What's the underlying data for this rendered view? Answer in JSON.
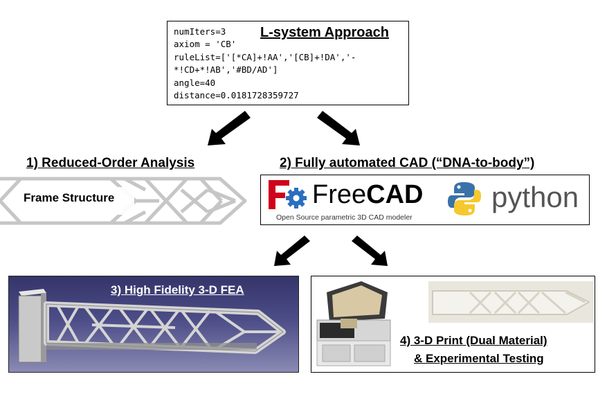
{
  "lsystem": {
    "title": "L-system Approach",
    "lines": [
      "numIters=3",
      "axiom = 'CB'",
      "ruleList=['[*CA]+!AA','[CB]+!DA','-",
      "*!CD+*!AB','#BD/AD']",
      "angle=40",
      "distance=0.0181728359727"
    ]
  },
  "step1": {
    "heading": "1) Reduced-Order Analysis",
    "frame_label": "Frame Structure"
  },
  "step2": {
    "heading": "2) Fully automated CAD (“DNA-to-body”)",
    "freecad_free": "Free",
    "freecad_cad": "CAD",
    "freecad_tagline": "Open Source parametric 3D CAD modeler",
    "python_label": "python"
  },
  "step3": {
    "heading": "3) High Fidelity 3-D FEA"
  },
  "step4": {
    "heading_line1": "4) 3-D Print (Dual Material)",
    "heading_line2": "& Experimental Testing"
  },
  "colors": {
    "freecad_red": "#d0021b",
    "freecad_blue": "#2a6ebf",
    "python_blue": "#3a72a8",
    "python_yellow": "#f5c82d",
    "fea_background": "#4c4c87"
  }
}
